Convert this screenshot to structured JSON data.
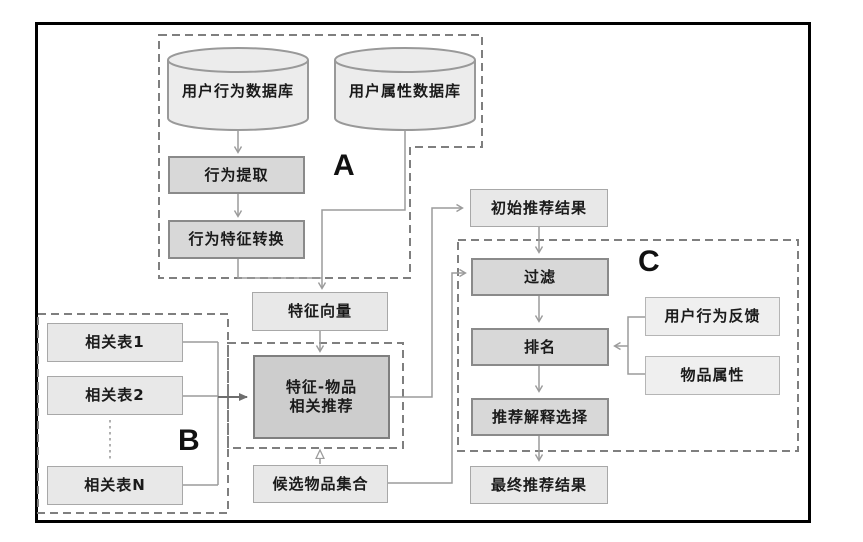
{
  "diagram": {
    "sections": {
      "a": {
        "label": "A"
      },
      "b": {
        "label": "B"
      },
      "c": {
        "label": "C"
      }
    },
    "nodes": {
      "user_behavior_db": {
        "label": "用户行为数据库",
        "shape": "cylinder"
      },
      "user_attribute_db": {
        "label": "用户属性数据库",
        "shape": "cylinder"
      },
      "behavior_extraction": {
        "label": "行为提取"
      },
      "behavior_feature_conversion": {
        "label": "行为特征转换"
      },
      "feature_vector": {
        "label": "特征向量"
      },
      "related_table_1": {
        "label": "相关表1"
      },
      "related_table_2": {
        "label": "相关表2"
      },
      "related_table_n": {
        "label": "相关表N"
      },
      "feature_item_recommendation": {
        "label_line1": "特征-物品",
        "label_line2": "相关推荐"
      },
      "candidate_item_set": {
        "label": "候选物品集合"
      },
      "initial_recommendation_result": {
        "label": "初始推荐结果"
      },
      "filter": {
        "label": "过滤"
      },
      "ranking": {
        "label": "排名"
      },
      "recommendation_explanation_selection": {
        "label": "推荐解释选择"
      },
      "final_recommendation_result": {
        "label": "最终推荐结果"
      },
      "user_behavior_feedback": {
        "label": "用户行为反馈"
      },
      "item_attribute": {
        "label": "物品属性"
      }
    },
    "colors": {
      "background": "#ffffff",
      "frame_border": "#000000",
      "box_light_fill": "#e8e8e8",
      "box_pale_fill": "#efefef",
      "box_process_fill": "#d8d8d8",
      "box_feature_fill": "#cdcdcd",
      "box_border": "#8a8a8a",
      "dashed_border": "#7f7f7f",
      "connector": "#9b9b9b",
      "connector_bold": "#6e6e6e",
      "text": "#1a1a1a"
    }
  }
}
